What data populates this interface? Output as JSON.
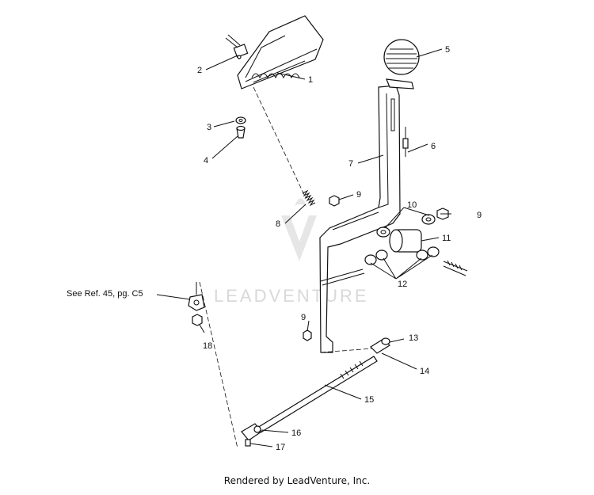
{
  "callouts": {
    "c1": "1",
    "c2": "2",
    "c3": "3",
    "c4": "4",
    "c5": "5",
    "c6": "6",
    "c7": "7",
    "c8": "8",
    "c9a": "9",
    "c9b": "9",
    "c9c": "9",
    "c10": "10",
    "c11": "11",
    "c12": "12",
    "c13": "13",
    "c14": "14",
    "c15": "15",
    "c16": "16",
    "c17": "17",
    "c18": "18"
  },
  "reference_note": "See Ref. 45, pg. C5",
  "watermark": "LEADVENTURE",
  "footer": "Rendered by LeadVenture, Inc.",
  "colors": {
    "ink": "#111111",
    "watermark": "#d9d9d9",
    "background": "#ffffff"
  }
}
